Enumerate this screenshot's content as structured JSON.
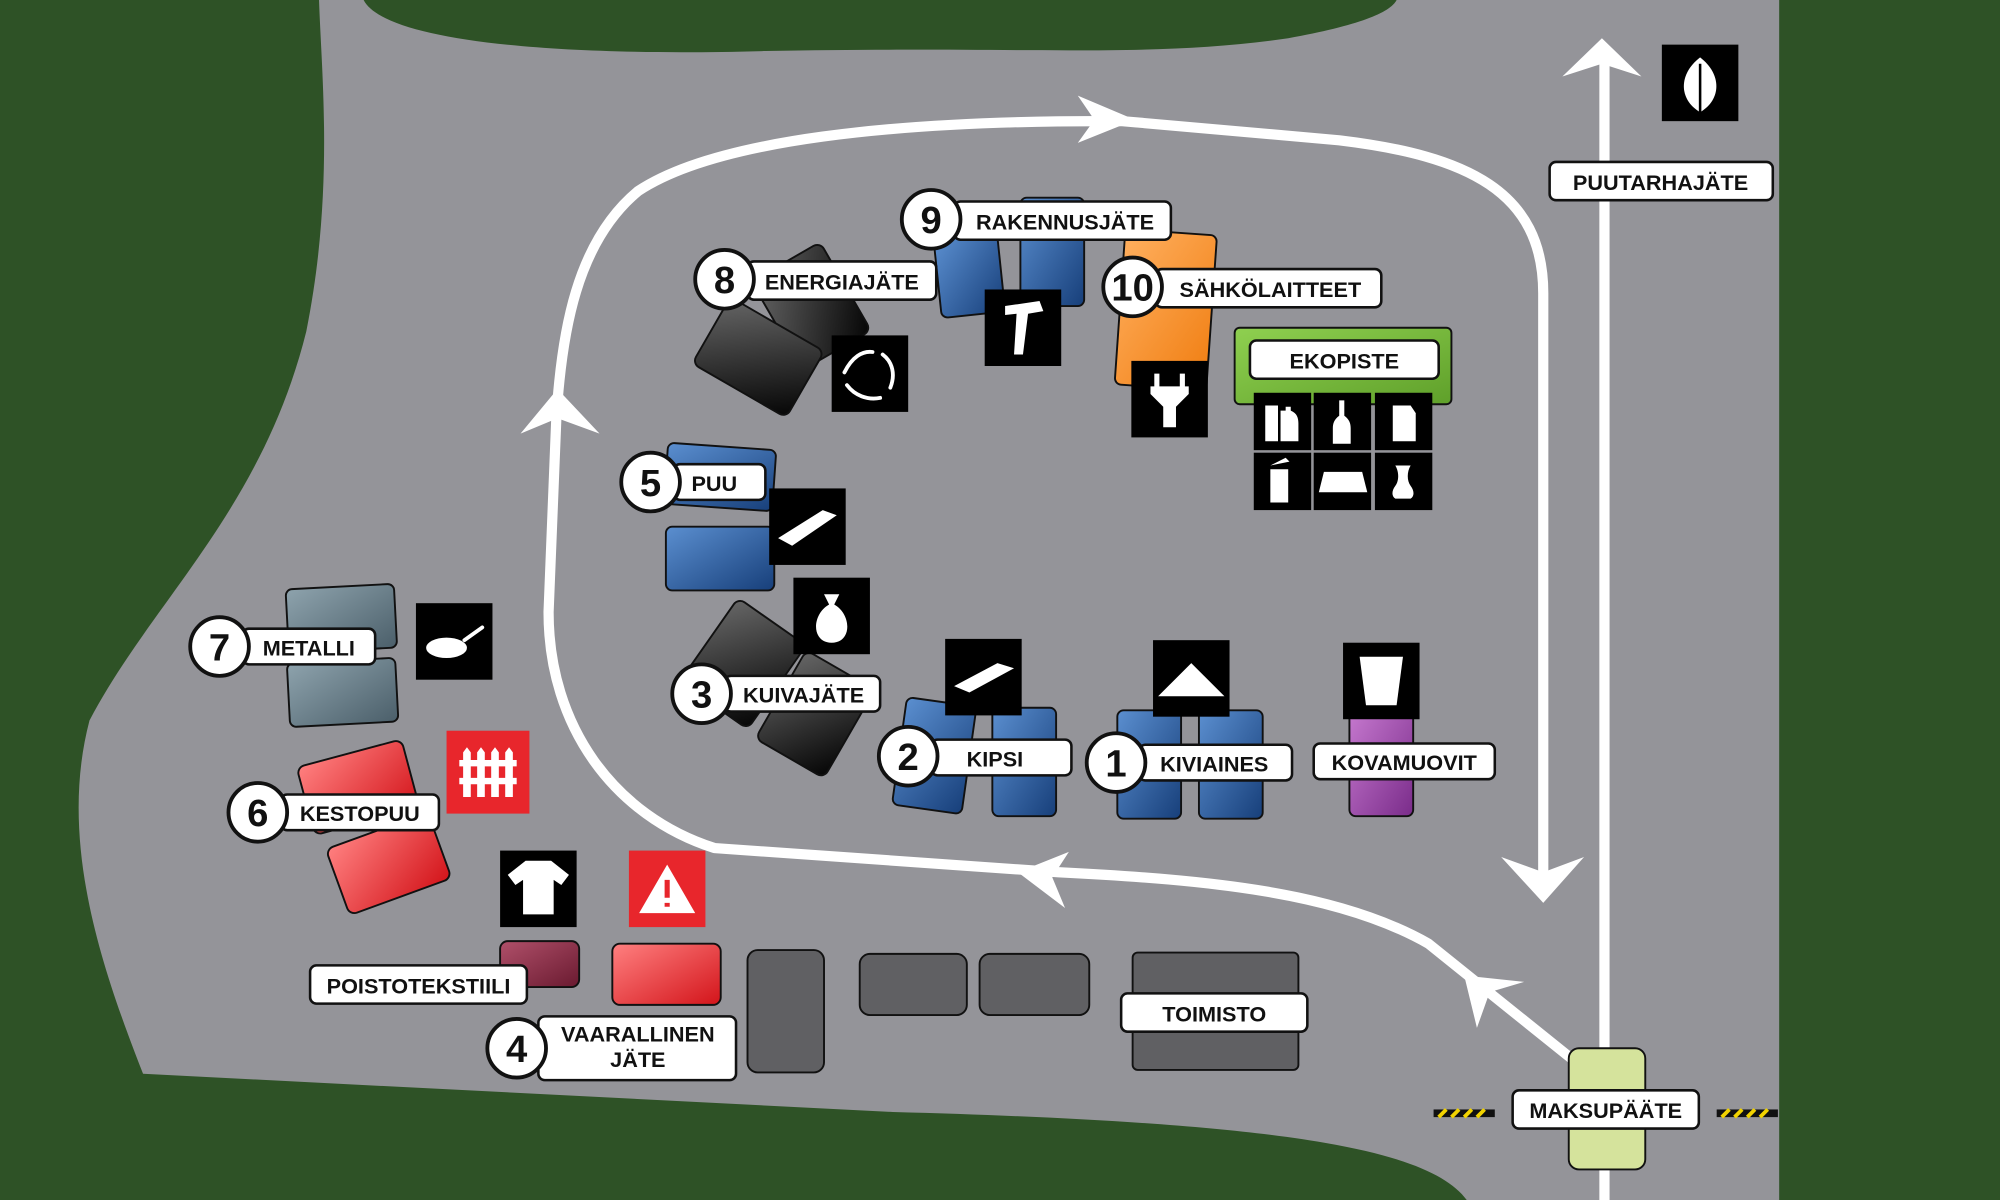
{
  "labels": {
    "puutarhajate": "PUUTARHAJÄTE",
    "rakennusjate": "RAKENNUSJÄTE",
    "energiajate": "ENERGIAJÄTE",
    "sahkolaitteet": "SÄHKÖLAITTEET",
    "ekopiste": "EKOPISTE",
    "puu": "PUU",
    "metalli": "METALLI",
    "kuivajate": "KUIVAJÄTE",
    "kipsi": "KIPSI",
    "kiviaines": "KIVIAINES",
    "kovamuovit": "KOVAMUOVIT",
    "kestopuu": "KESTOPUU",
    "poistotekstiili": "POISTOTEKSTIILI",
    "vaarallinen_line1": "VAARALLINEN",
    "vaarallinen_line2": "JÄTE",
    "toimisto": "TOIMISTO",
    "maksupaate": "MAKSUPÄÄTE"
  },
  "numbers": {
    "kiviaines": "1",
    "kipsi": "2",
    "kuivajate": "3",
    "vaarallinen": "4",
    "puu": "5",
    "kestopuu": "6",
    "metalli": "7",
    "energiajate": "8",
    "rakennusjate": "9",
    "sahkolaitteet": "10"
  },
  "icons": [
    "leaf-icon",
    "hammer-icon",
    "recycle-arrows-icon",
    "plug-icon",
    "plank-icon",
    "frying-pan-icon",
    "trash-bag-icon",
    "plasterboard-icon",
    "gravel-icon",
    "bucket-icon",
    "fence-icon",
    "shirt-icon",
    "warning-icon",
    "plastic-packaging-icon",
    "glass-bottle-icon",
    "carton-icon",
    "metal-can-icon",
    "paper-icon",
    "apple-core-icon"
  ],
  "colors": {
    "grass": "#2e5226",
    "ground": "#949499",
    "ekopiste": "#7cbb3a",
    "hazard_red": "#e8262c",
    "maksupaate": "#d5e39c"
  }
}
